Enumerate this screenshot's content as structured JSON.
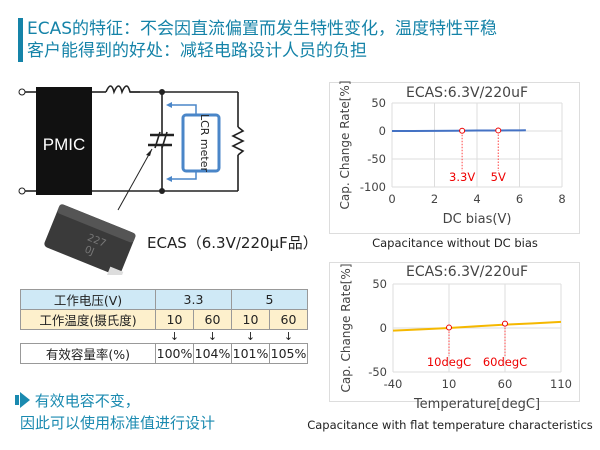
{
  "header": {
    "line1": "ECAS的特征：不会因直流偏置而发生特性变化，温度特性平稳",
    "line2": "客户能得到的好处：减轻电路设计人员的负担"
  },
  "circuit": {
    "pmic_label": "PMIC",
    "lcr_label": "LCR meter",
    "component_label": "ECAS（6.3V/220μF品）",
    "chip_marking": [
      "227",
      "0J"
    ],
    "accent": "#4a86c8"
  },
  "table": {
    "voltage_label": "工作电压(V)",
    "voltages": [
      "3.3",
      "5"
    ],
    "temp_label": "工作温度(摄氏度)",
    "temps": [
      "10",
      "60",
      "10",
      "60"
    ],
    "arrow": "↓",
    "rate_label": "有效容量率(%)",
    "rates": [
      "100%",
      "104%",
      "101%",
      "105%"
    ]
  },
  "note": {
    "arrow_icon": "right-arrow-icon",
    "line1": "有效电容不变，",
    "line2": "因此可以使用标准值进行设计"
  },
  "chart_data": [
    {
      "type": "line",
      "title": "ECAS:6.3V/220uF",
      "xlabel": "DC bias(V)",
      "ylabel": "Cap. Change Rate[%]",
      "xlim": [
        0,
        8
      ],
      "ylim": [
        -100,
        50
      ],
      "xticks": [
        "0",
        "2",
        "4",
        "6",
        "8"
      ],
      "yticks": [
        "50",
        "0",
        "-50",
        "-100"
      ],
      "grid": true,
      "color": "#4472c4",
      "x": [
        0,
        1,
        2,
        3,
        4,
        5,
        6,
        6.3
      ],
      "y": [
        0,
        0,
        0.3,
        0.5,
        0.8,
        1,
        1.2,
        1.3
      ],
      "markers": [
        {
          "x": 3.3,
          "y": 0.5,
          "label": "3.3V"
        },
        {
          "x": 5,
          "y": 1,
          "label": "5V"
        }
      ],
      "caption": "Capacitance without DC bias"
    },
    {
      "type": "line",
      "title": "ECAS:6.3V/220uF",
      "xlabel": "Temperature[degC]",
      "ylabel": "Cap. Change Rate[%]",
      "xlim": [
        -40,
        110
      ],
      "ylim": [
        -50,
        50
      ],
      "xticks": [
        "-40",
        "10",
        "60",
        "110"
      ],
      "yticks": [
        "50",
        "0",
        "-50"
      ],
      "grid": true,
      "color": "#f5b800",
      "x": [
        -40,
        -15,
        10,
        35,
        60,
        85,
        110
      ],
      "y": [
        -3,
        -1.5,
        0,
        2,
        3.8,
        5.2,
        7
      ],
      "markers": [
        {
          "x": 10,
          "y": 0.5,
          "label": "10degC"
        },
        {
          "x": 60,
          "y": 5,
          "label": "60degC"
        }
      ],
      "caption": "Capacitance with flat temperature characteristics"
    }
  ]
}
